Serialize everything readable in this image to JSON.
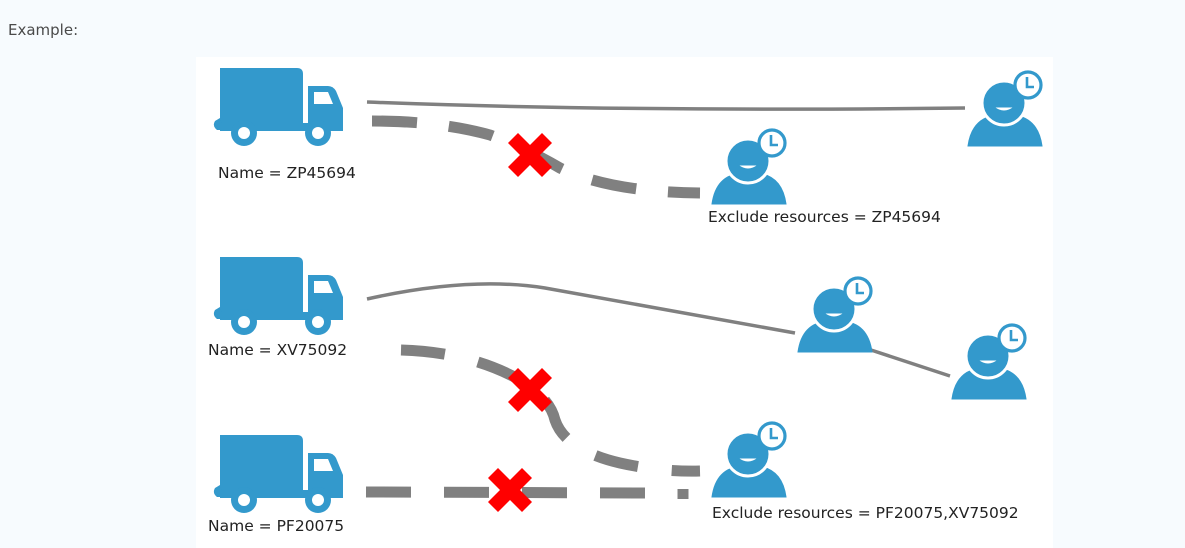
{
  "intro_text": "Example:",
  "colors": {
    "icon_blue": "#3399cc",
    "route_gray": "#808080",
    "blocked_red": "#ff0000",
    "page_background": "#f7fbfe",
    "panel_background": "#ffffff"
  },
  "diagram": {
    "trucks": [
      {
        "id": "truck-1",
        "label": "Name = ZP45694"
      },
      {
        "id": "truck-2",
        "label": "Name = XV75092"
      },
      {
        "id": "truck-3",
        "label": "Name = PF20075"
      }
    ],
    "customers": [
      {
        "id": "customer-1",
        "label": ""
      },
      {
        "id": "customer-2",
        "label": "Exclude resources = ZP45694"
      },
      {
        "id": "customer-3",
        "label": ""
      },
      {
        "id": "customer-4",
        "label": ""
      },
      {
        "id": "customer-5",
        "label": "Exclude resources = PF20075,XV75092"
      }
    ],
    "routes": [
      {
        "from": "truck-1",
        "to": "customer-1",
        "style": "allowed"
      },
      {
        "from": "truck-1",
        "to": "customer-2",
        "style": "blocked"
      },
      {
        "from": "truck-2",
        "to": "customer-3",
        "style": "allowed"
      },
      {
        "from": "customer-3",
        "to": "customer-4",
        "style": "allowed"
      },
      {
        "from": "truck-2",
        "to": "customer-5",
        "style": "blocked"
      },
      {
        "from": "truck-3",
        "to": "customer-5",
        "style": "blocked"
      }
    ]
  }
}
